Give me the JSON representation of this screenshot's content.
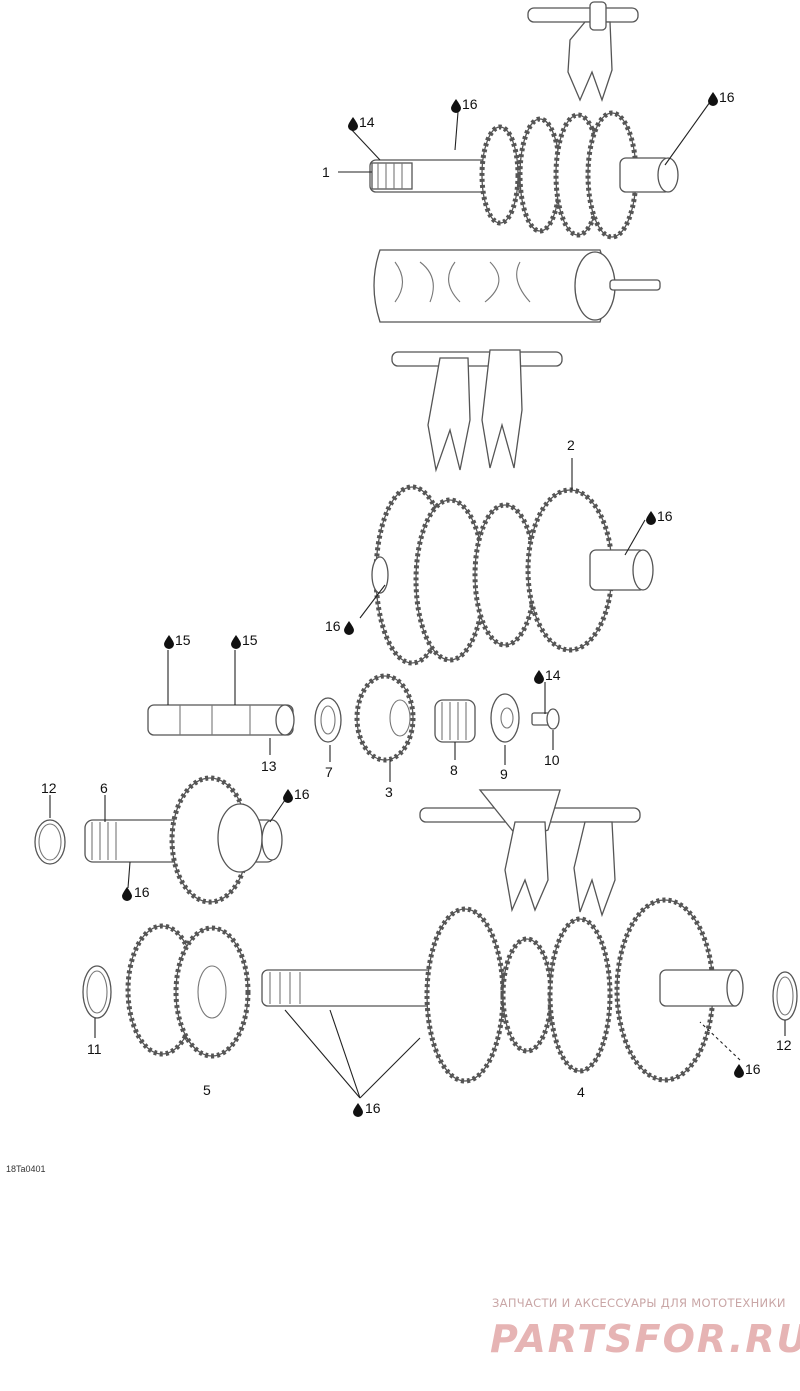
{
  "diagram": {
    "callouts": [
      {
        "id": "c1",
        "label": "1"
      },
      {
        "id": "c2",
        "label": "2"
      },
      {
        "id": "c3",
        "label": "3"
      },
      {
        "id": "c4",
        "label": "4"
      },
      {
        "id": "c5",
        "label": "5"
      },
      {
        "id": "c6",
        "label": "6"
      },
      {
        "id": "c7",
        "label": "7"
      },
      {
        "id": "c8",
        "label": "8"
      },
      {
        "id": "c9",
        "label": "9"
      },
      {
        "id": "c10",
        "label": "10"
      },
      {
        "id": "c11",
        "label": "11"
      },
      {
        "id": "c12a",
        "label": "12"
      },
      {
        "id": "c12b",
        "label": "12"
      },
      {
        "id": "c13",
        "label": "13"
      }
    ],
    "lube_marks": [
      {
        "id": "l14a",
        "label": "14"
      },
      {
        "id": "l16a",
        "label": "16"
      },
      {
        "id": "l16b",
        "label": "16"
      },
      {
        "id": "l16c",
        "label": "16"
      },
      {
        "id": "l16d",
        "label": "16"
      },
      {
        "id": "l15a",
        "label": "15"
      },
      {
        "id": "l15b",
        "label": "15"
      },
      {
        "id": "l14b",
        "label": "14"
      },
      {
        "id": "l16e",
        "label": "16"
      },
      {
        "id": "l16f",
        "label": "16"
      },
      {
        "id": "l16g",
        "label": "16"
      },
      {
        "id": "l16h",
        "label": "16"
      }
    ],
    "drawing_code": "18Ta0401"
  },
  "watermark": {
    "caption": "ЗАПЧАСТИ И АКСЕССУАРЫ ДЛЯ МОТОТЕХНИКИ",
    "brand": "PARTSFOR.RU"
  }
}
